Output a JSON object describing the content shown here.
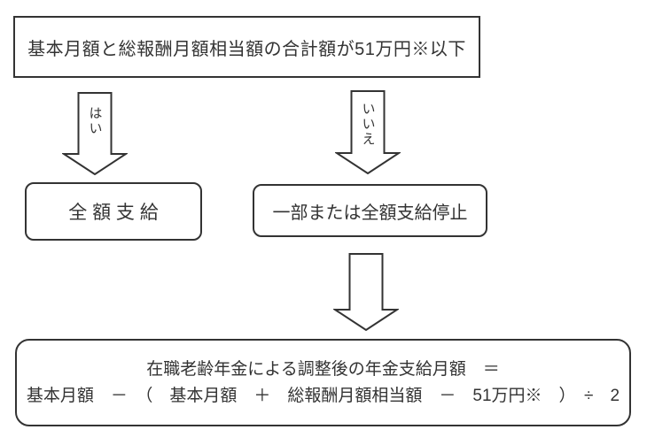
{
  "colors": {
    "background": "#ffffff",
    "stroke": "#333333",
    "text": "#333333"
  },
  "flowchart": {
    "condition": {
      "label": "基本月額と総報酬月額相当額の合計額が51万円※以下"
    },
    "branch_yes": {
      "label": "はい"
    },
    "branch_no": {
      "label": "いいえ"
    },
    "result_full": {
      "label": "全 額 支 給"
    },
    "result_partial": {
      "label": "一部または全額支給停止"
    },
    "formula": {
      "line1": "在職老齢年金による調整後の年金支給月額　＝",
      "line2": "基本月額　－　（　基本月額　＋　総報酬月額相当額　－　51万円※　）　÷　2"
    }
  }
}
